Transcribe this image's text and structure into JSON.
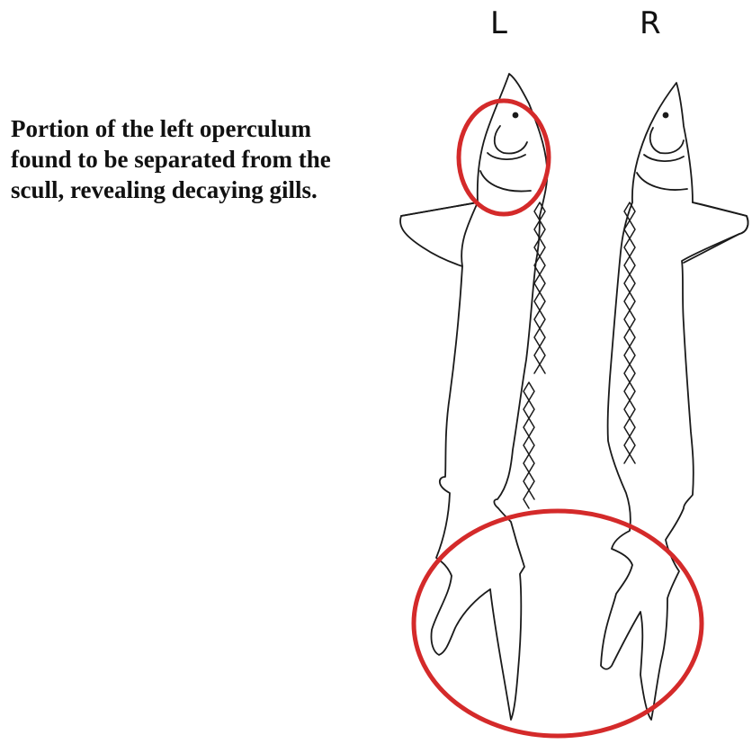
{
  "labels": {
    "left": "L",
    "right": "R"
  },
  "caption": {
    "lines": [
      "Portion of the left operculum",
      "found to be separated from the",
      "scull, revealing decaying gills."
    ]
  },
  "colors": {
    "outline": "#1a1a1a",
    "highlight": "#d42a2a",
    "background": "#ffffff"
  },
  "figures": [
    {
      "name": "left-fish",
      "view": "dorsal"
    },
    {
      "name": "right-fish",
      "view": "dorsal"
    }
  ],
  "highlights": [
    {
      "name": "operculum-circle",
      "target": "left-fish head"
    },
    {
      "name": "tail-circle",
      "target": "both tails"
    }
  ]
}
